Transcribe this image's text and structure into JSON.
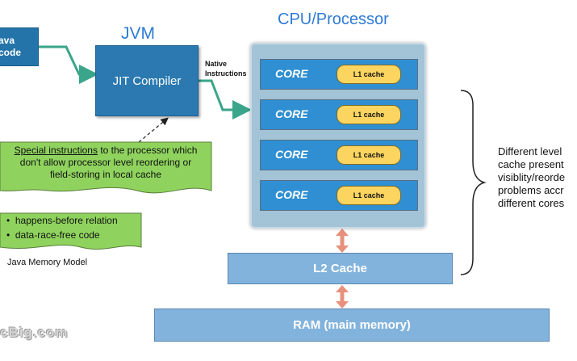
{
  "bytecode": {
    "line1": "ava",
    "line2": "code"
  },
  "jvm": {
    "title": "JVM",
    "jit_label": "JIT Compiler",
    "native_line1": "Native",
    "native_line2": "Instructions"
  },
  "cpu": {
    "title": "CPU/Processor",
    "cores": [
      {
        "label": "CORE",
        "cache": "L1 cache"
      },
      {
        "label": "CORE",
        "cache": "L1 cache"
      },
      {
        "label": "CORE",
        "cache": "L1 cache"
      },
      {
        "label": "CORE",
        "cache": "L1 cache"
      }
    ]
  },
  "l2": {
    "label": "L2 Cache"
  },
  "ram": {
    "label": "RAM (main memory)"
  },
  "special": {
    "underlined": "Special instructions",
    "rest_line1": " to the processor which",
    "line2": "don't allow processor level reordering or",
    "line3": "field-storing in local cache"
  },
  "memory_model": {
    "items": [
      "happens-before relation",
      "data-race-free code"
    ],
    "label": "Java Memory Model"
  },
  "side_note": [
    "Different level",
    "cache present",
    "visiblity/reorde",
    "problems accr",
    "different cores"
  ],
  "watermark": "cBig.com",
  "colors": {
    "arrow": "#3aa58a",
    "double_arrow": "#e8907c",
    "note_green": "#8fd35e"
  }
}
